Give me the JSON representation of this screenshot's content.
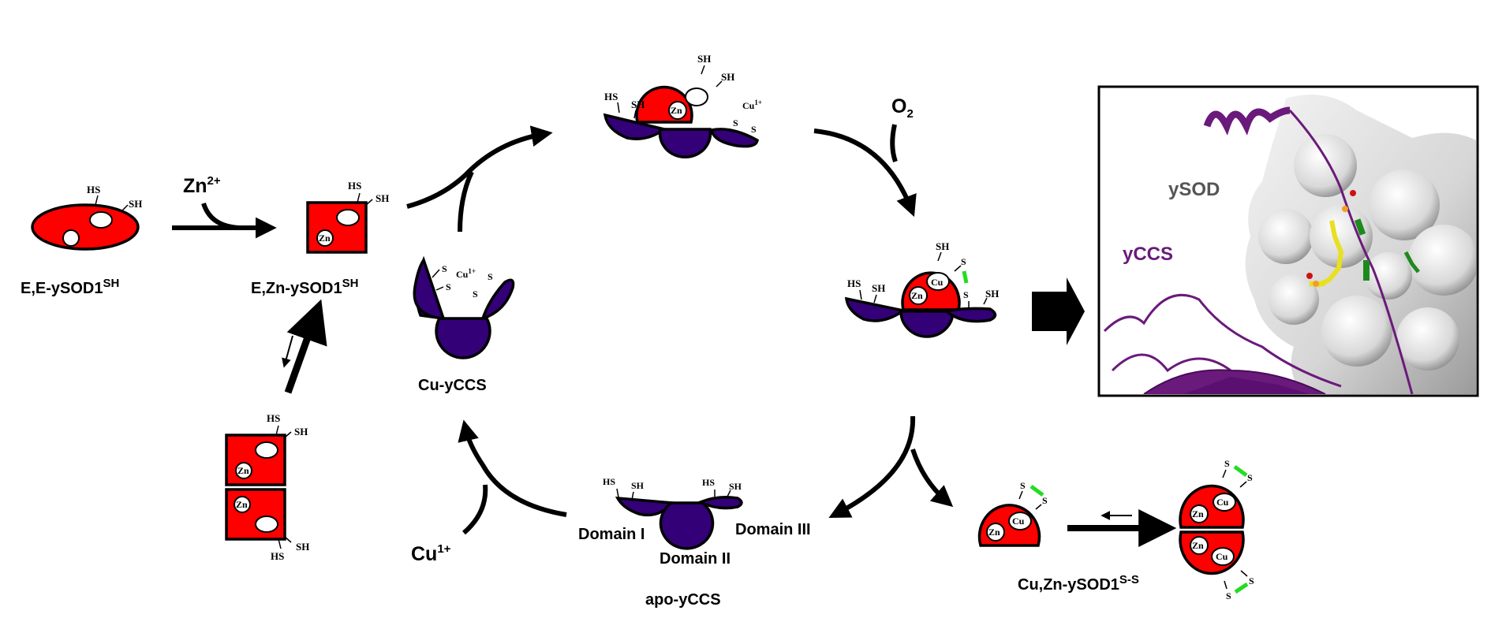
{
  "species": {
    "ee_ysod1": {
      "label": "E,E-ySOD1",
      "sup": "SH"
    },
    "ezn_ysod1": {
      "label": "E,Zn-ySOD1",
      "sup": "SH"
    },
    "cu_yccs": {
      "label": "Cu-yCCS"
    },
    "apo_yccs": {
      "label": "apo-yCCS"
    },
    "cuzn_ysod1": {
      "label": "Cu,Zn-ySOD1",
      "sup": "S-S"
    }
  },
  "reagents": {
    "zn": {
      "base": "Zn",
      "sup": "2+"
    },
    "o2": {
      "base": "O",
      "sub": "2"
    },
    "cu": {
      "base": "Cu",
      "sup": "1+"
    }
  },
  "domains": {
    "d1": "Domain I",
    "d2": "Domain II",
    "d3": "Domain III"
  },
  "groups": {
    "hs": "HS",
    "sh": "SH",
    "s": "S",
    "zn": "Zn",
    "cu": "Cu",
    "cu1": "Cu",
    "cu1_sup": "1+"
  },
  "structure_panel": {
    "ysod_label": "ySOD",
    "yccs_label": "yCCS"
  },
  "colors": {
    "sod": "#ff0000",
    "ccs": "#330077",
    "disulfide": "#22dd22",
    "ysod_text": "#555555",
    "yccs_text": "#6a1a7a"
  }
}
